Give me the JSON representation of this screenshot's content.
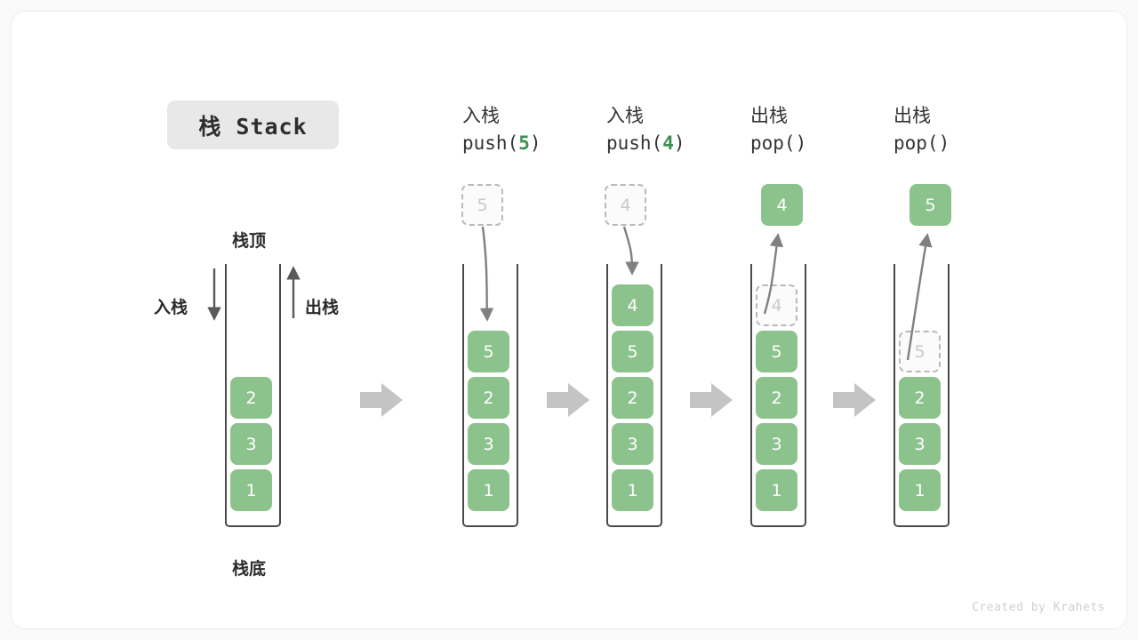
{
  "title": {
    "badge": "栈 Stack"
  },
  "annotations": {
    "top": "栈顶",
    "bottom": "栈底",
    "push_side": "入栈",
    "pop_side": "出栈"
  },
  "credit": "Created by Krahets",
  "colors": {
    "cell_fill": "#8cc28c",
    "cell_text": "#ffffff",
    "ghost_border": "#b9b9b9",
    "ghost_text": "#c9c9c9",
    "arrow": "#808080",
    "step_arrow": "#c4c4c4",
    "badge_bg": "#e8e8e8",
    "code_arg": "#3f8f4f",
    "container_stroke": "#4a4a4a"
  },
  "columns": [
    {
      "id": "initial",
      "head_cn": "",
      "head_code": "",
      "code_arg": "",
      "above": null,
      "cells": [
        {
          "value": "2",
          "state": "filled"
        },
        {
          "value": "3",
          "state": "filled"
        },
        {
          "value": "1",
          "state": "filled"
        }
      ]
    },
    {
      "id": "push-5",
      "head_cn": "入栈",
      "head_code_prefix": "push(",
      "code_arg": "5",
      "head_code_suffix": ")",
      "above": {
        "value": "5",
        "state": "ghost"
      },
      "cells": [
        {
          "value": "5",
          "state": "filled"
        },
        {
          "value": "2",
          "state": "filled"
        },
        {
          "value": "3",
          "state": "filled"
        },
        {
          "value": "1",
          "state": "filled"
        }
      ]
    },
    {
      "id": "push-4",
      "head_cn": "入栈",
      "head_code_prefix": "push(",
      "code_arg": "4",
      "head_code_suffix": ")",
      "above": {
        "value": "4",
        "state": "ghost"
      },
      "cells": [
        {
          "value": "4",
          "state": "filled"
        },
        {
          "value": "5",
          "state": "filled"
        },
        {
          "value": "2",
          "state": "filled"
        },
        {
          "value": "3",
          "state": "filled"
        },
        {
          "value": "1",
          "state": "filled"
        }
      ]
    },
    {
      "id": "pop-4",
      "head_cn": "出栈",
      "head_code_prefix": "pop(",
      "code_arg": "",
      "head_code_suffix": ")",
      "above": {
        "value": "4",
        "state": "filled"
      },
      "cells": [
        {
          "value": "4",
          "state": "ghost"
        },
        {
          "value": "5",
          "state": "filled"
        },
        {
          "value": "2",
          "state": "filled"
        },
        {
          "value": "3",
          "state": "filled"
        },
        {
          "value": "1",
          "state": "filled"
        }
      ]
    },
    {
      "id": "pop-5",
      "head_cn": "出栈",
      "head_code_prefix": "pop(",
      "code_arg": "",
      "head_code_suffix": ")",
      "above": {
        "value": "5",
        "state": "filled"
      },
      "cells": [
        {
          "value": "5",
          "state": "ghost"
        },
        {
          "value": "2",
          "state": "filled"
        },
        {
          "value": "3",
          "state": "filled"
        },
        {
          "value": "1",
          "state": "filled"
        }
      ]
    }
  ]
}
